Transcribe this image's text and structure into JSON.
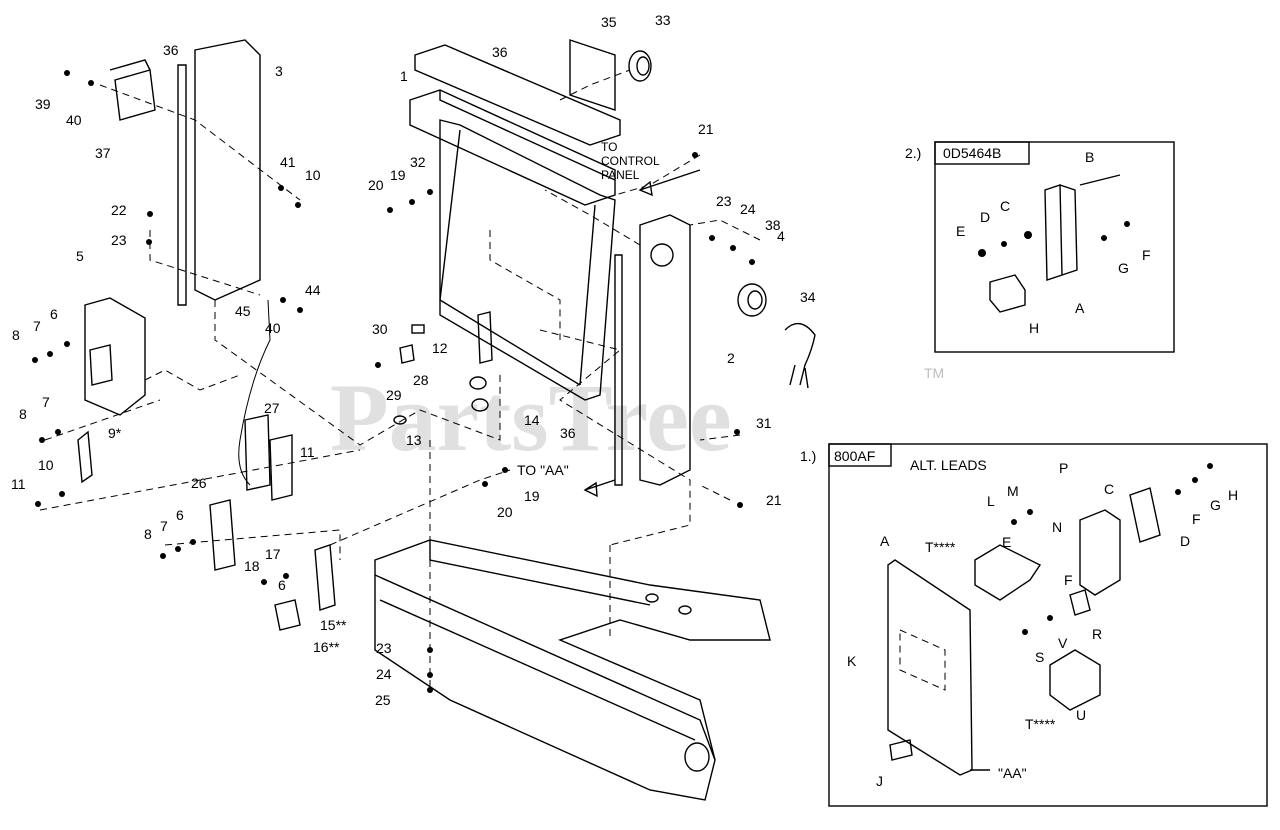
{
  "watermark": {
    "text": "PartsTree",
    "tm": "TM"
  },
  "annotations": {
    "to_control_panel": [
      "TO",
      "CONTROL",
      "PANEL"
    ],
    "to_aa": "TO \"AA\""
  },
  "insets": {
    "inset2": {
      "title": "2.)",
      "part_no": "0D5464B",
      "labels": [
        "A",
        "B",
        "C",
        "D",
        "E",
        "F",
        "G",
        "H"
      ]
    },
    "inset1": {
      "title": "1.)",
      "part_no": "800AF",
      "alt_leads": "ALT. LEADS",
      "aa": "\"AA\"",
      "labels": [
        "A",
        "C",
        "D",
        "E",
        "F",
        "G",
        "H",
        "J",
        "K",
        "L",
        "M",
        "N",
        "P",
        "R",
        "S",
        "V",
        "U",
        "F"
      ],
      "t_labels": [
        "T****",
        "T****"
      ]
    }
  },
  "callouts": [
    "1",
    "2",
    "3",
    "4",
    "5",
    "6",
    "6",
    "6",
    "7",
    "7",
    "7",
    "8",
    "8",
    "8",
    "9*",
    "10",
    "10",
    "11",
    "11",
    "12",
    "13",
    "14",
    "15**",
    "16**",
    "17",
    "18",
    "19",
    "19",
    "20",
    "20",
    "21",
    "21",
    "22",
    "23",
    "23",
    "23",
    "24",
    "24",
    "25",
    "26",
    "27",
    "28",
    "29",
    "30",
    "31",
    "32",
    "33",
    "34",
    "35",
    "36",
    "36",
    "36",
    "37",
    "38",
    "39",
    "40",
    "40",
    "41",
    "44",
    "45"
  ]
}
